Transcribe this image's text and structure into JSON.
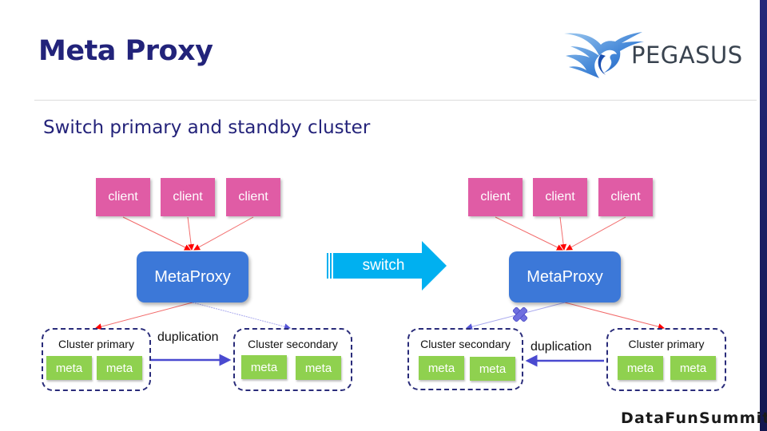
{
  "header": {
    "title": "Meta Proxy",
    "logo_text": "PEGASUS",
    "logo_icon": "pegasus-winged-horse-icon"
  },
  "subtitle": "Switch primary and standby cluster",
  "footer": "DataFunSummit",
  "colors": {
    "title": "#22237a",
    "client": "#e05ca5",
    "proxy": "#3c78d8",
    "meta": "#8fd14f",
    "switch_arrow": "#00b0f0",
    "cluster_border": "#2a2c7a",
    "active_link": "#ff0000",
    "standby_link": "#6b6bdc",
    "duplication_arrow": "#4a4ad0"
  },
  "switch_arrow": {
    "label": "switch",
    "icon": "right-arrow-icon"
  },
  "before": {
    "clients": [
      "client",
      "client",
      "client"
    ],
    "proxy": "MetaProxy",
    "left_cluster": {
      "label": "Cluster primary",
      "nodes": [
        "meta",
        "meta"
      ]
    },
    "right_cluster": {
      "label": "Cluster secondary",
      "nodes": [
        "meta",
        "meta"
      ]
    },
    "duplication": {
      "label": "duplication",
      "direction": "left-to-right"
    }
  },
  "after": {
    "clients": [
      "client",
      "client",
      "client"
    ],
    "proxy": "MetaProxy",
    "left_cluster": {
      "label": "Cluster secondary",
      "nodes": [
        "meta",
        "meta"
      ]
    },
    "right_cluster": {
      "label": "Cluster primary",
      "nodes": [
        "meta",
        "meta"
      ]
    },
    "duplication": {
      "label": "duplication",
      "direction": "right-to-left"
    },
    "disabled_link_icon": "cross-icon"
  }
}
